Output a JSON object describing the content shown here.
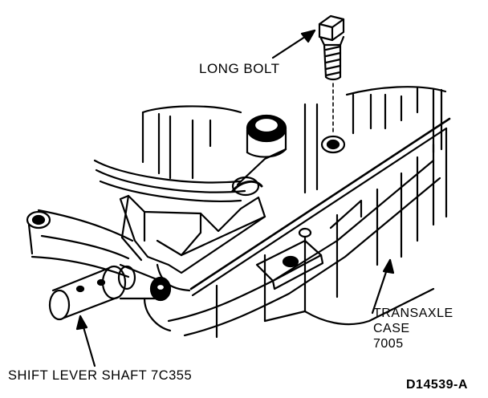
{
  "labels": {
    "long_bolt": "LONG BOLT",
    "transaxle_line1": "TRANSAXLE",
    "transaxle_line2": "CASE",
    "transaxle_line3": "7005",
    "shift_lever_shaft": "SHIFT LEVER SHAFT 7C355",
    "figure_id": "D14539-A"
  },
  "colors": {
    "ink": "#000000",
    "paper": "#ffffff"
  }
}
